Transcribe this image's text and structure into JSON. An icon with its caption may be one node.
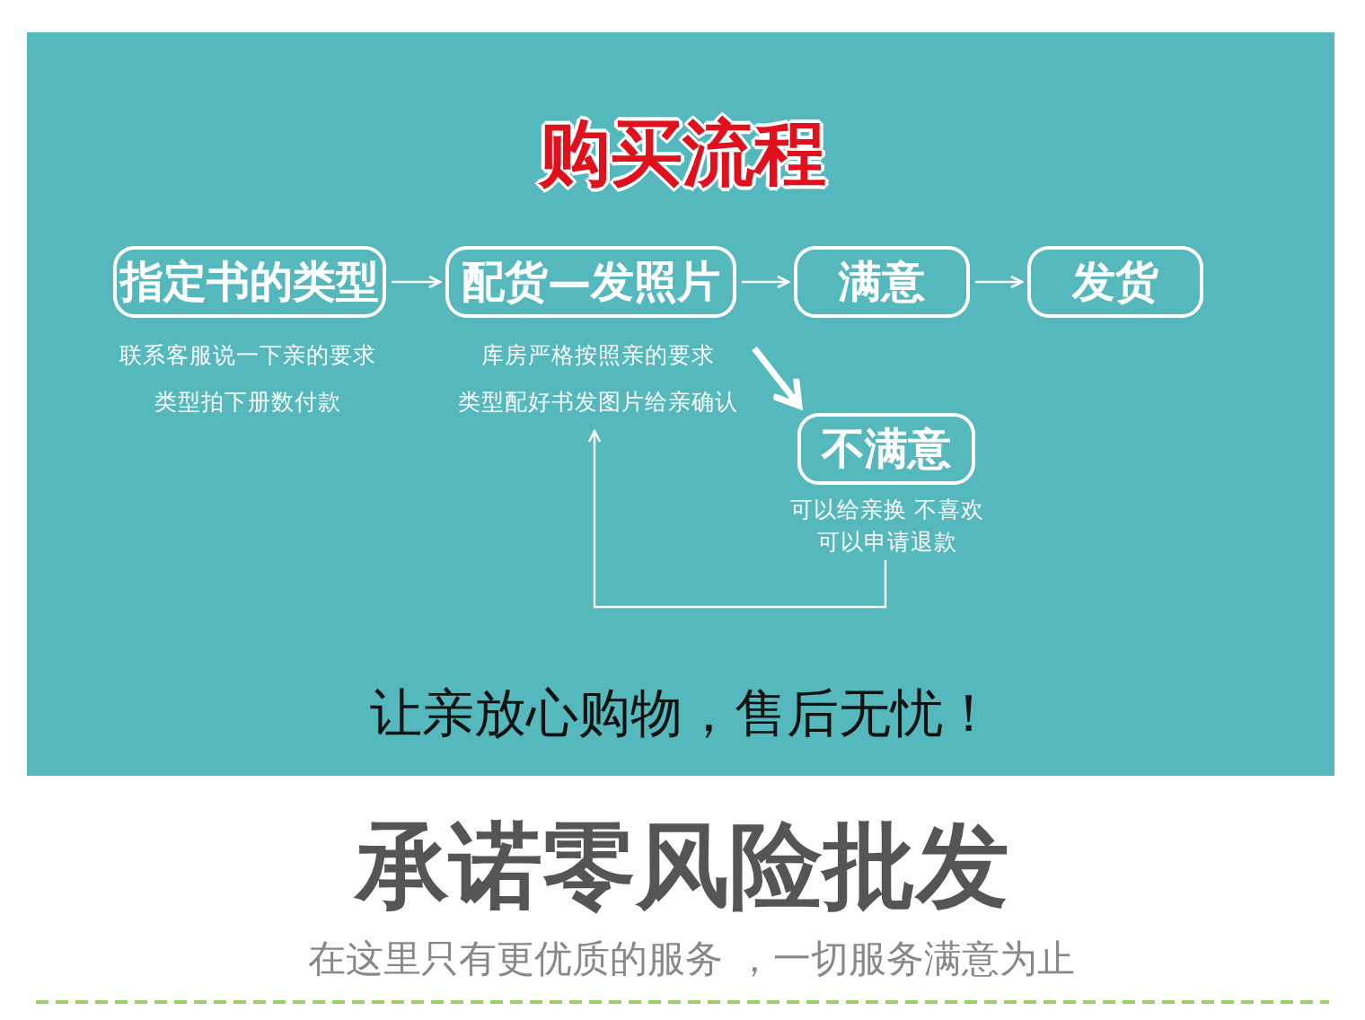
{
  "diagram": {
    "title": "购买流程",
    "nodes": [
      {
        "text": [
          "指定书的类型"
        ],
        "beside": [
          "联系客服说一下亲的要求类型拍下册数付款"
        ]
      },
      {
        "text": [
          "配货—发照片"
        ],
        "beside": [
          "库房严格按照亲的要求类型配好书发图片给亲确认"
        ]
      },
      {
        "text": [
          "满意"
        ]
      },
      {
        "text": [
          "发货"
        ]
      },
      {
        "text": [
          "不满意"
        ],
        "beside": [
          "可以给亲换 不喜欢可以申请退款"
        ]
      }
    ],
    "edges": [
      {
        "from": 0,
        "to": 1,
        "arrow": "to"
      },
      {
        "from": 1,
        "to": 2,
        "arrow": "to"
      },
      {
        "from": 2,
        "to": 3,
        "arrow": "to"
      },
      {
        "from": 1,
        "to": 4,
        "arrow": "to",
        "style": "thick"
      },
      {
        "from": 4,
        "to": 1,
        "arrow": "to"
      }
    ],
    "labels": [
      "让亲放心购物，售后无忧！",
      "承诺零风险批发",
      "在这里只有更优质的服务 ，一切服务满意为止"
    ]
  }
}
